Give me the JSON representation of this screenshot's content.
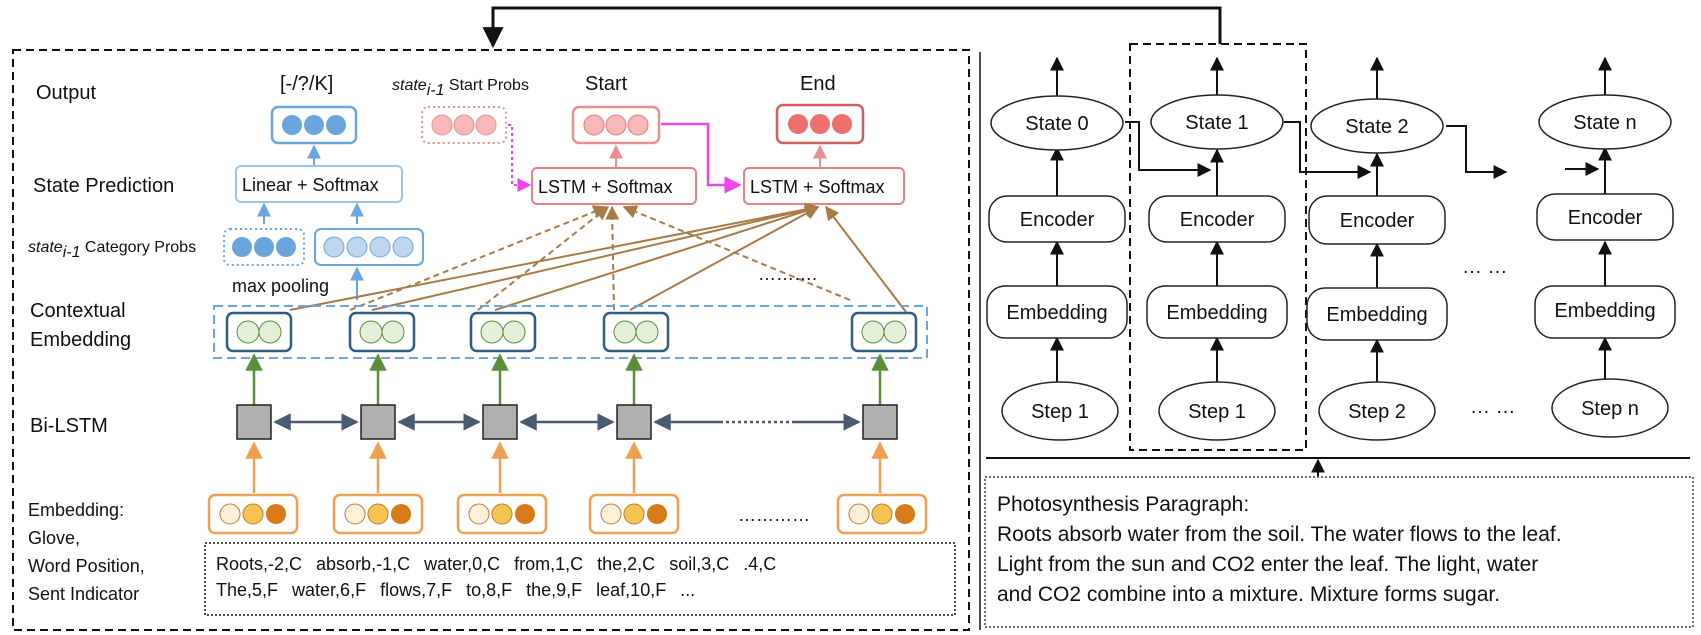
{
  "left": {
    "labels": {
      "output": "Output",
      "state_prediction": "State Prediction",
      "category_probs_prefix": "state",
      "category_probs_sub": "i-1",
      "category_probs_suffix": " Category Probs",
      "contextual_1": "Contextual",
      "contextual_2": "Embedding",
      "bilstm": "Bi-LSTM",
      "embedding_1": "Embedding:",
      "embedding_2": "Glove,",
      "embedding_3": "Word Position,",
      "embedding_4": "Sent Indicator",
      "state_output": "[-/?/K]",
      "start_probs_prefix": "state",
      "start_probs_sub": "i-1",
      "start_probs_suffix": " Start Probs",
      "start": "Start",
      "end": "End",
      "linear_softmax": "Linear + Softmax",
      "lstm_softmax_1": "LSTM + Softmax",
      "lstm_softmax_2": "LSTM + Softmax",
      "max_pooling": "max pooling",
      "dots": "……….",
      "dots2": "…………"
    },
    "tokens_line1": [
      "Roots,-2,C",
      "absorb,-1,C",
      "water,0,C",
      "from,1,C",
      "the,2,C",
      "soil,3,C",
      ".4,C"
    ],
    "tokens_line2": [
      "The,5,F",
      "water,6,F",
      "flows,7,F",
      "to,8,F",
      "the,9,F",
      "leaf,10,F",
      "..."
    ]
  },
  "right": {
    "states": [
      "State 0",
      "State 1",
      "State 2",
      "State n"
    ],
    "encoder": "Encoder",
    "embedding": "Embedding",
    "steps": [
      "Step 1",
      "Step 1",
      "Step 2",
      "Step n"
    ],
    "ellipsis": "… …",
    "paragraph": [
      "Photosynthesis Paragraph:",
      "Roots absorb water from the soil. The water flows to the leaf.",
      "Light from the sun and CO2 enter the leaf. The light, water",
      "and CO2 combine into a mixture. Mixture forms sugar."
    ]
  },
  "colors": {
    "blue": "#6aa6dd",
    "blue_light": "#bcd7ef",
    "pink": "#f4a0a0",
    "red": "#ef6e6e",
    "magenta": "#ee44ee",
    "orange": "#f0a050",
    "brown": "#a87a45",
    "green": "#5a8f3a",
    "bilstm_gray": "#b0b0b0"
  }
}
